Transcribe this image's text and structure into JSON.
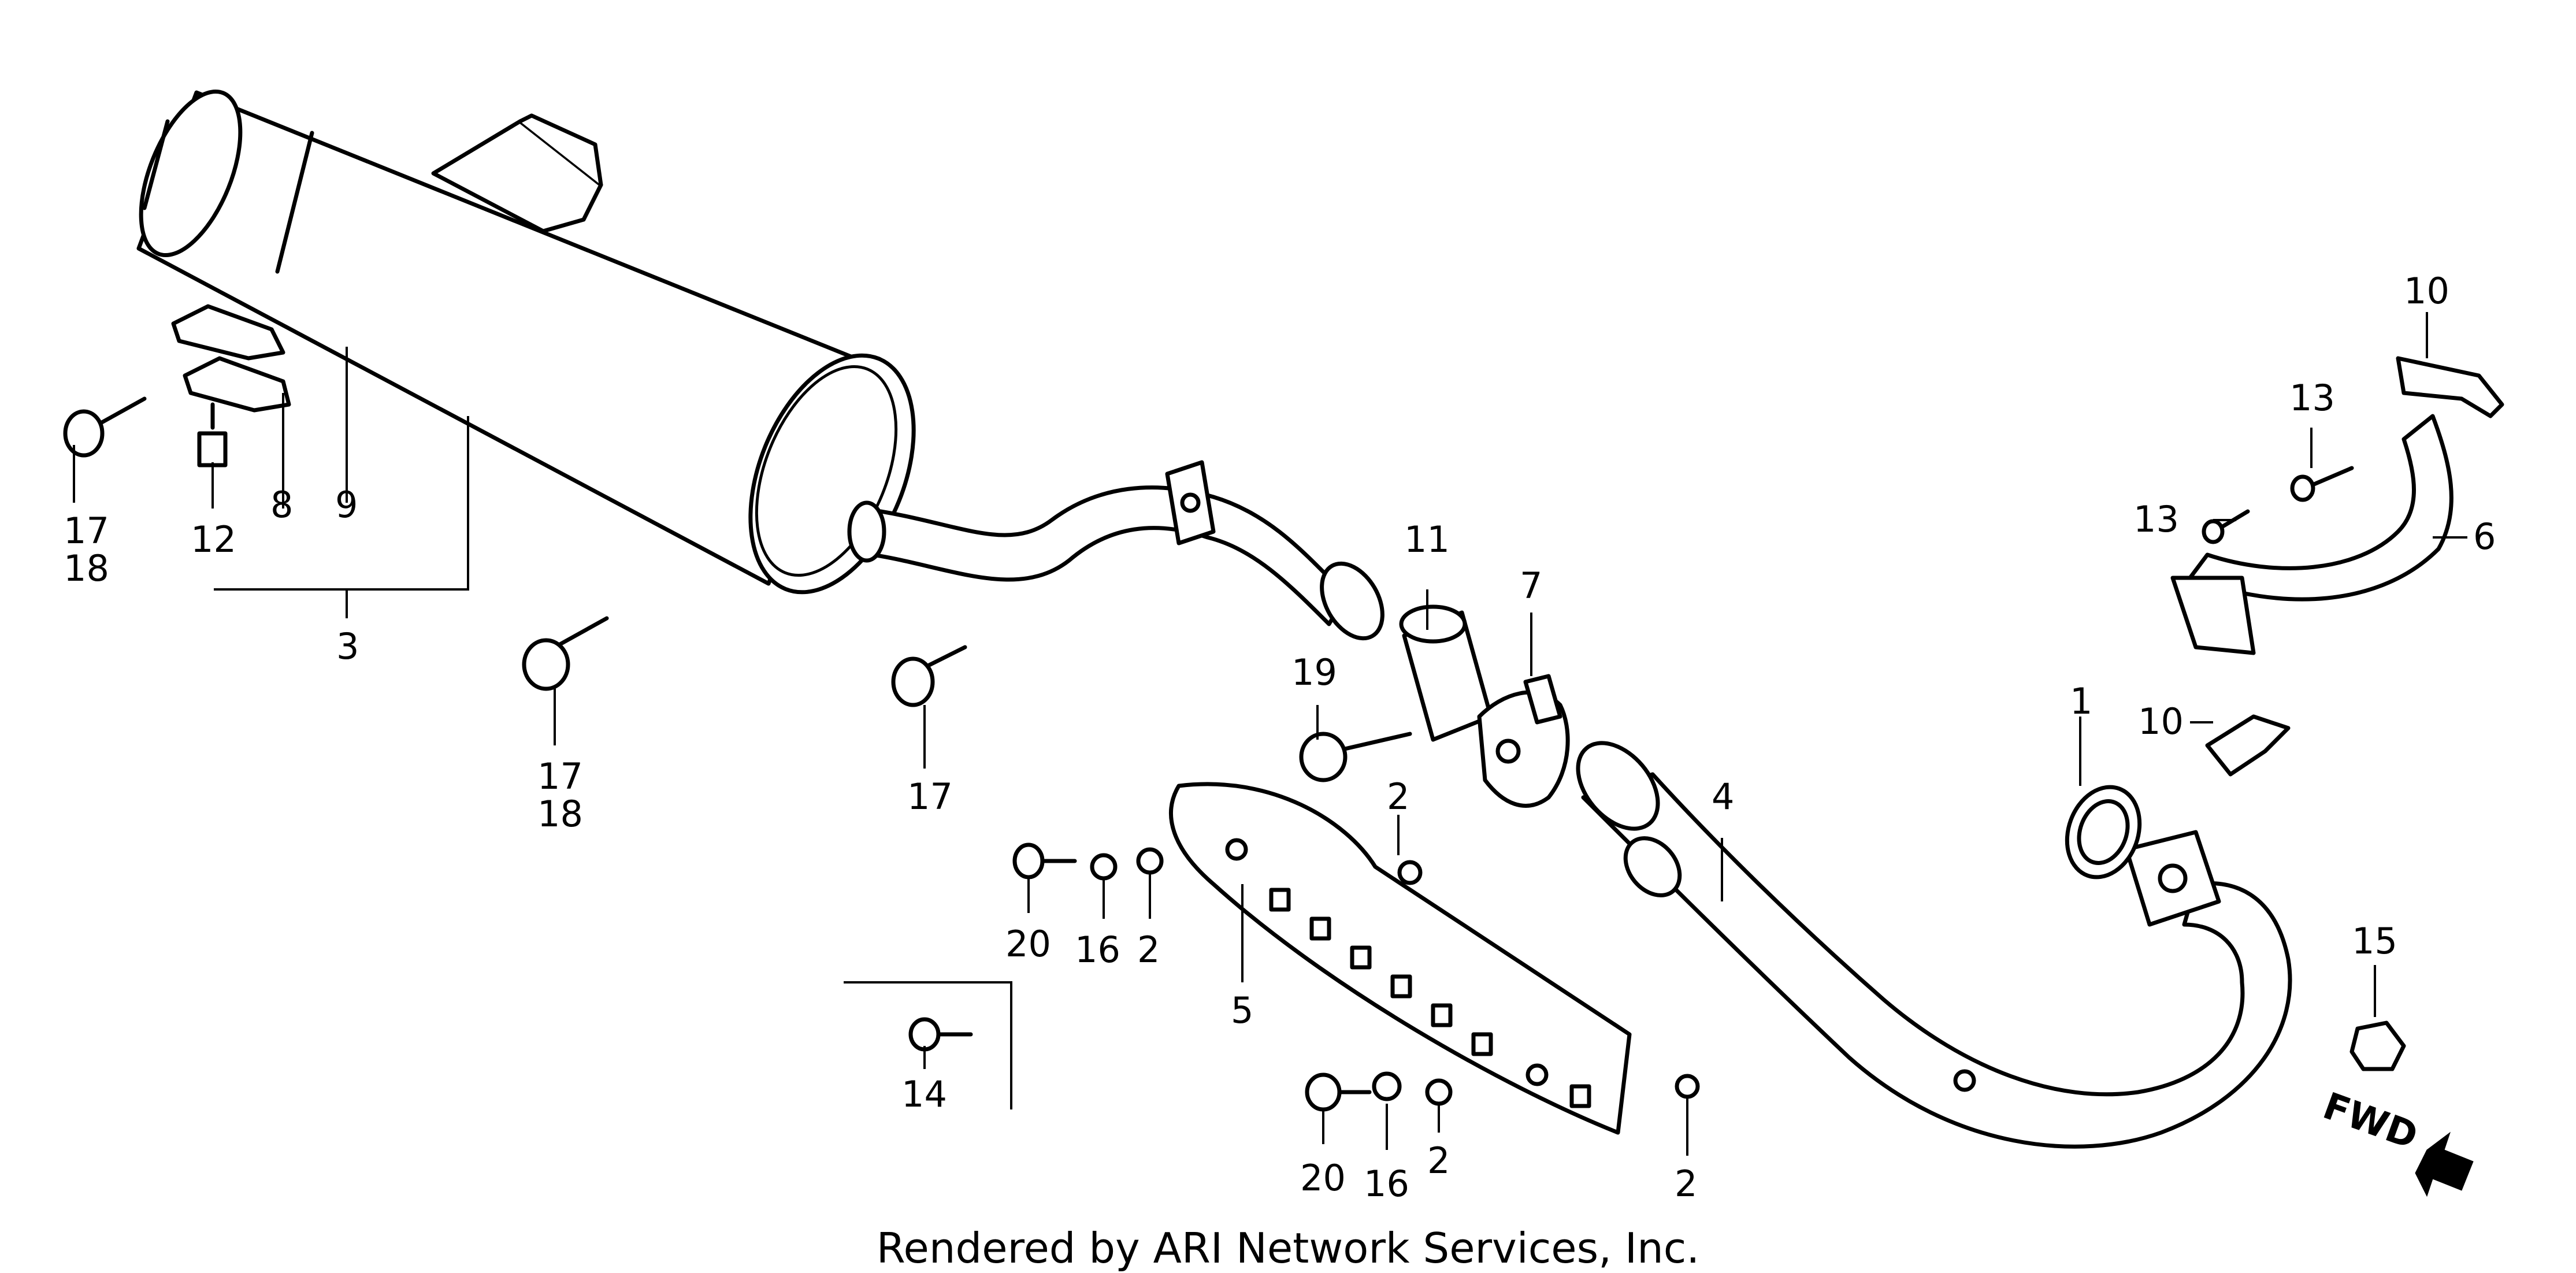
{
  "diagram": {
    "credit": "Rendered by ARI Network Services, Inc.",
    "direction_label": "FWD",
    "callouts": [
      {
        "id": "c1",
        "label": "1"
      },
      {
        "id": "c2a",
        "label": "2"
      },
      {
        "id": "c2b",
        "label": "2"
      },
      {
        "id": "c2c",
        "label": "2"
      },
      {
        "id": "c2d",
        "label": "2"
      },
      {
        "id": "c3",
        "label": "3"
      },
      {
        "id": "c4",
        "label": "4"
      },
      {
        "id": "c5",
        "label": "5"
      },
      {
        "id": "c6",
        "label": "6"
      },
      {
        "id": "c7",
        "label": "7"
      },
      {
        "id": "c8",
        "label": "8"
      },
      {
        "id": "c9",
        "label": "9"
      },
      {
        "id": "c10a",
        "label": "10"
      },
      {
        "id": "c10b",
        "label": "10"
      },
      {
        "id": "c11",
        "label": "11"
      },
      {
        "id": "c12",
        "label": "12"
      },
      {
        "id": "c13a",
        "label": "13"
      },
      {
        "id": "c13b",
        "label": "13"
      },
      {
        "id": "c14",
        "label": "14"
      },
      {
        "id": "c15",
        "label": "15"
      },
      {
        "id": "c16a",
        "label": "16"
      },
      {
        "id": "c16b",
        "label": "16"
      },
      {
        "id": "c17a",
        "label": "17"
      },
      {
        "id": "c17b",
        "label": "17"
      },
      {
        "id": "c17c",
        "label": "17"
      },
      {
        "id": "c18a",
        "label": "18"
      },
      {
        "id": "c18b",
        "label": "18"
      },
      {
        "id": "c19",
        "label": "19"
      },
      {
        "id": "c20a",
        "label": "20"
      },
      {
        "id": "c20b",
        "label": "20"
      }
    ]
  }
}
